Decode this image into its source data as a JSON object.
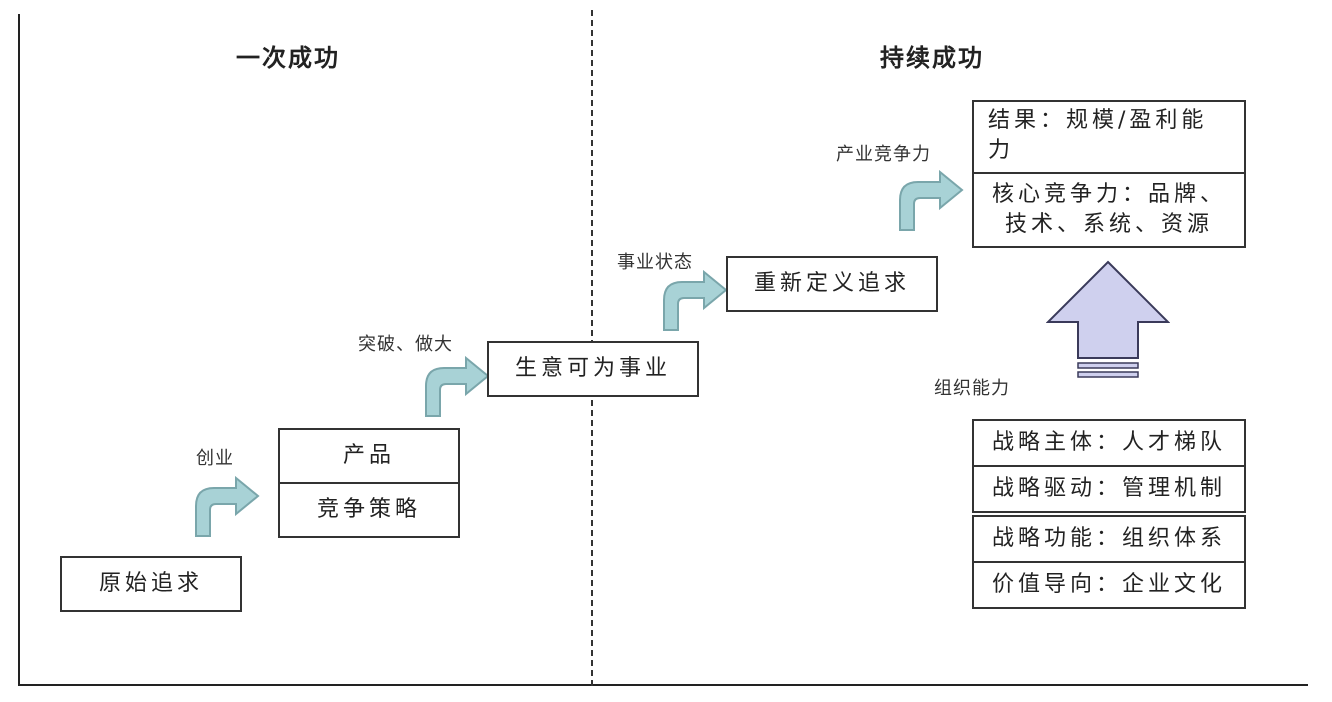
{
  "headings": {
    "left": "一次成功",
    "right": "持续成功"
  },
  "labels": {
    "chuangye": "创业",
    "tupo": "突破、做大",
    "shiye_zhuangtai": "事业状态",
    "chanye_jingzhengli": "产业竞争力",
    "zuzhi_nengli": "组织能力"
  },
  "boxes": {
    "yuanshi_zhuiqiu": "原始追求",
    "chanpin": "产品",
    "jingzheng_celve": "竞争策略",
    "shengyi_shiye": "生意可为事业",
    "chongxin_dingyi": "重新定义追求",
    "jieguo": "结果：规模/盈利能力",
    "hexin_jingzhengli": "核心竞争力：品牌、技术、系统、资源"
  },
  "org_stack": [
    "战略主体：人才梯队",
    "战略驱动：管理机制",
    "战略功能：组织体系",
    "价值导向：企业文化"
  ],
  "colors": {
    "arrow_fill": "#a8d2d6",
    "arrow_stroke": "#7aa6ab",
    "up_arrow_fill": "#cfd0ee",
    "up_arrow_stroke": "#3a3a5a",
    "line": "#222222"
  }
}
